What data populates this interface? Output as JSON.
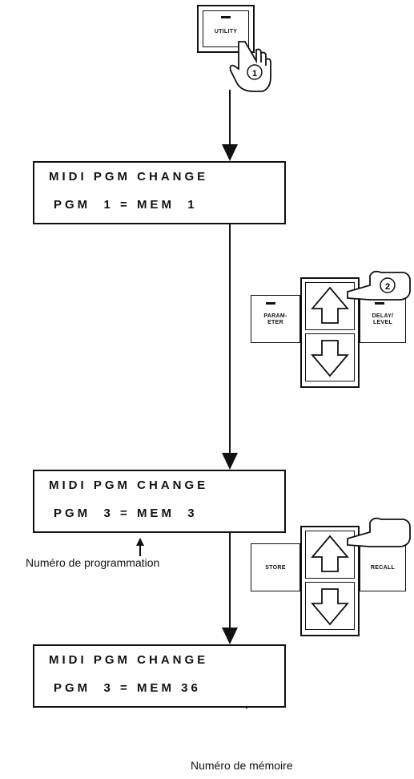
{
  "utility_button": {
    "label": "UTILITY",
    "step": "1"
  },
  "display_1": {
    "line1": "MIDI PGM CHANGE",
    "line2": "PGM  1 = MEM  1"
  },
  "control_1": {
    "left_label": "PARAM-\nETER",
    "right_label": "DELAY/\nLEVEL",
    "step": "2"
  },
  "display_2": {
    "line1": "MIDI PGM CHANGE",
    "line2": "PGM  3 = MEM  3"
  },
  "caption_program": "Numéro de programmation",
  "control_2": {
    "left_label": "STORE",
    "right_label": "RECALL"
  },
  "display_3": {
    "line1": "MIDI PGM CHANGE",
    "line2": "PGM  3 = MEM 36"
  },
  "caption_memory": "Numéro de mémoire"
}
